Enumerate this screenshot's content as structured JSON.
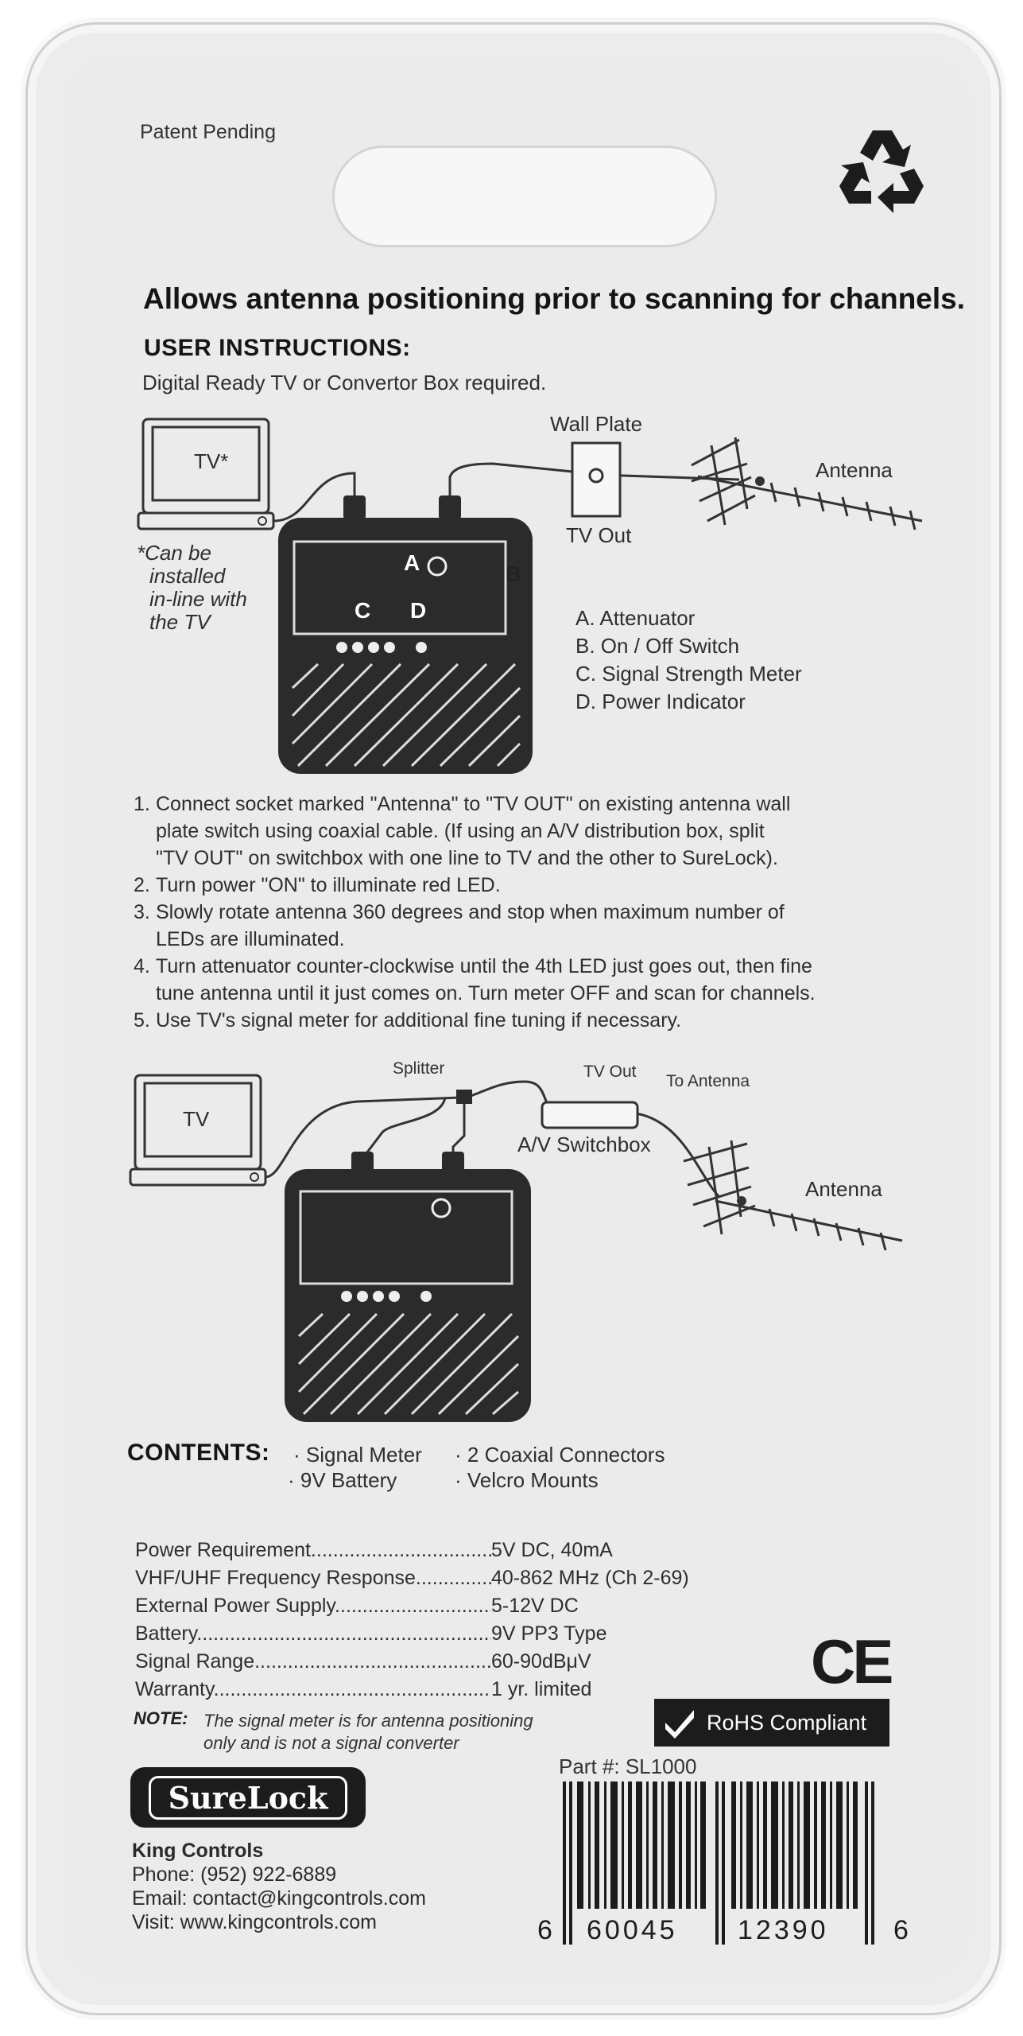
{
  "header": {
    "patent": "Patent Pending",
    "headline": "Allows antenna positioning prior to scanning for channels."
  },
  "instructions": {
    "title": "USER INSTRUCTIONS:",
    "requirement": "Digital Ready TV or Convertor Box required."
  },
  "diagram1": {
    "tv_label": "TV*",
    "note_lines": [
      "*Can be",
      "installed",
      "in-line with",
      "the TV"
    ],
    "wall_plate": "Wall Plate",
    "tv_out": "TV Out",
    "antenna": "Antenna",
    "letter_a": "A",
    "letter_b": "B",
    "letter_c": "C",
    "letter_d": "D"
  },
  "legend": [
    "A. Attenuator",
    "B. On / Off Switch",
    "C. Signal Strength Meter",
    "D. Power Indicator"
  ],
  "steps": [
    {
      "num": "1.",
      "lines": [
        "Connect socket marked \"Antenna\" to \"TV OUT\" on existing antenna wall",
        "plate switch using coaxial cable.  (If using an A/V distribution box, split",
        "\"TV OUT\" on switchbox with one line to TV and the other to SureLock)."
      ]
    },
    {
      "num": "2.",
      "lines": [
        "Turn power \"ON\" to illuminate red LED."
      ]
    },
    {
      "num": "3.",
      "lines": [
        "Slowly rotate antenna 360 degrees and stop when maximum number of",
        "LEDs are illuminated."
      ]
    },
    {
      "num": "4.",
      "lines": [
        "Turn attenuator counter-clockwise until the 4th LED just goes out, then fine",
        "tune antenna until it just comes on. Turn meter OFF and scan for channels."
      ]
    },
    {
      "num": "5.",
      "lines": [
        "Use TV's signal meter for additional fine tuning if necessary."
      ]
    }
  ],
  "diagram2": {
    "tv_label": "TV",
    "splitter": "Splitter",
    "tv_out": "TV Out",
    "to_antenna": "To Antenna",
    "switchbox": "A/V Switchbox",
    "antenna": "Antenna"
  },
  "contents": {
    "title": "CONTENTS:",
    "items": [
      "· Signal Meter",
      "· 2 Coaxial Connectors",
      "· 9V Battery",
      "· Velcro Mounts"
    ]
  },
  "specs": [
    {
      "label": "Power Requirement..........................................",
      "value": "5V DC, 40mA"
    },
    {
      "label": "VHF/UHF Frequency Response...................",
      "value": "40-862 MHz (Ch 2-69)"
    },
    {
      "label": "External Power Supply.......................................",
      "value": "5-12V DC"
    },
    {
      "label": "Battery...........................................................................",
      "value": "9V PP3 Type"
    },
    {
      "label": "Signal Range.................................................................",
      "value": "60-90dBμV"
    },
    {
      "label": "Warranty.........................................................................",
      "value": "1 yr. limited"
    }
  ],
  "note": {
    "label": "NOTE:",
    "line1": "The signal meter is for antenna positioning",
    "line2": "only and is not a signal converter"
  },
  "marks": {
    "ce": "CE",
    "rohs": "RoHS Compliant",
    "recycle_icon": "recycle-icon"
  },
  "part": "Part #: SL1000",
  "brand": {
    "logo": "SureLock"
  },
  "contact": {
    "company": "King Controls",
    "phone": "Phone:  (952) 922-6889",
    "email": "Email:  contact@kingcontrols.com",
    "visit": "Visit:  www.kingcontrols.com"
  },
  "barcode": {
    "left": "6",
    "group1": "60045",
    "group2": "12390",
    "right": "6"
  }
}
